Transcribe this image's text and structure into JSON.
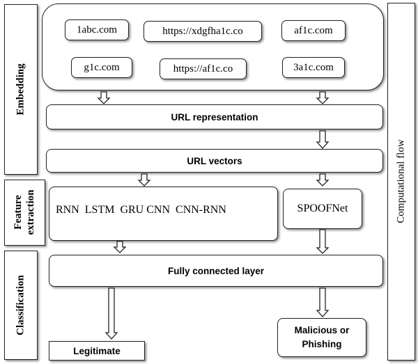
{
  "sections": {
    "embedding": "Embedding",
    "feature_extraction_line1": "Feature",
    "feature_extraction_line2": "extraction",
    "classification": "Classification",
    "computational_flow": "Computational flow"
  },
  "urls": [
    "1abc.com",
    "https://xdgfha1c.co",
    "af1c.com",
    "g1c.com",
    "https://af1c.co",
    "3a1c.com"
  ],
  "layers": {
    "url_representation": "URL representation",
    "url_vectors": "URL vectors",
    "fully_connected": "Fully connected layer"
  },
  "models": {
    "rnn": "RNN",
    "lstm": "LSTM",
    "gru": "GRU",
    "cnn": "CNN",
    "cnn_rnn": "CNN-RNN",
    "spoofnet": "SPOOFNet"
  },
  "outputs": {
    "legitimate": "Legitimate",
    "malicious_line1": "Malicious or",
    "malicious_line2": "Phishing"
  }
}
